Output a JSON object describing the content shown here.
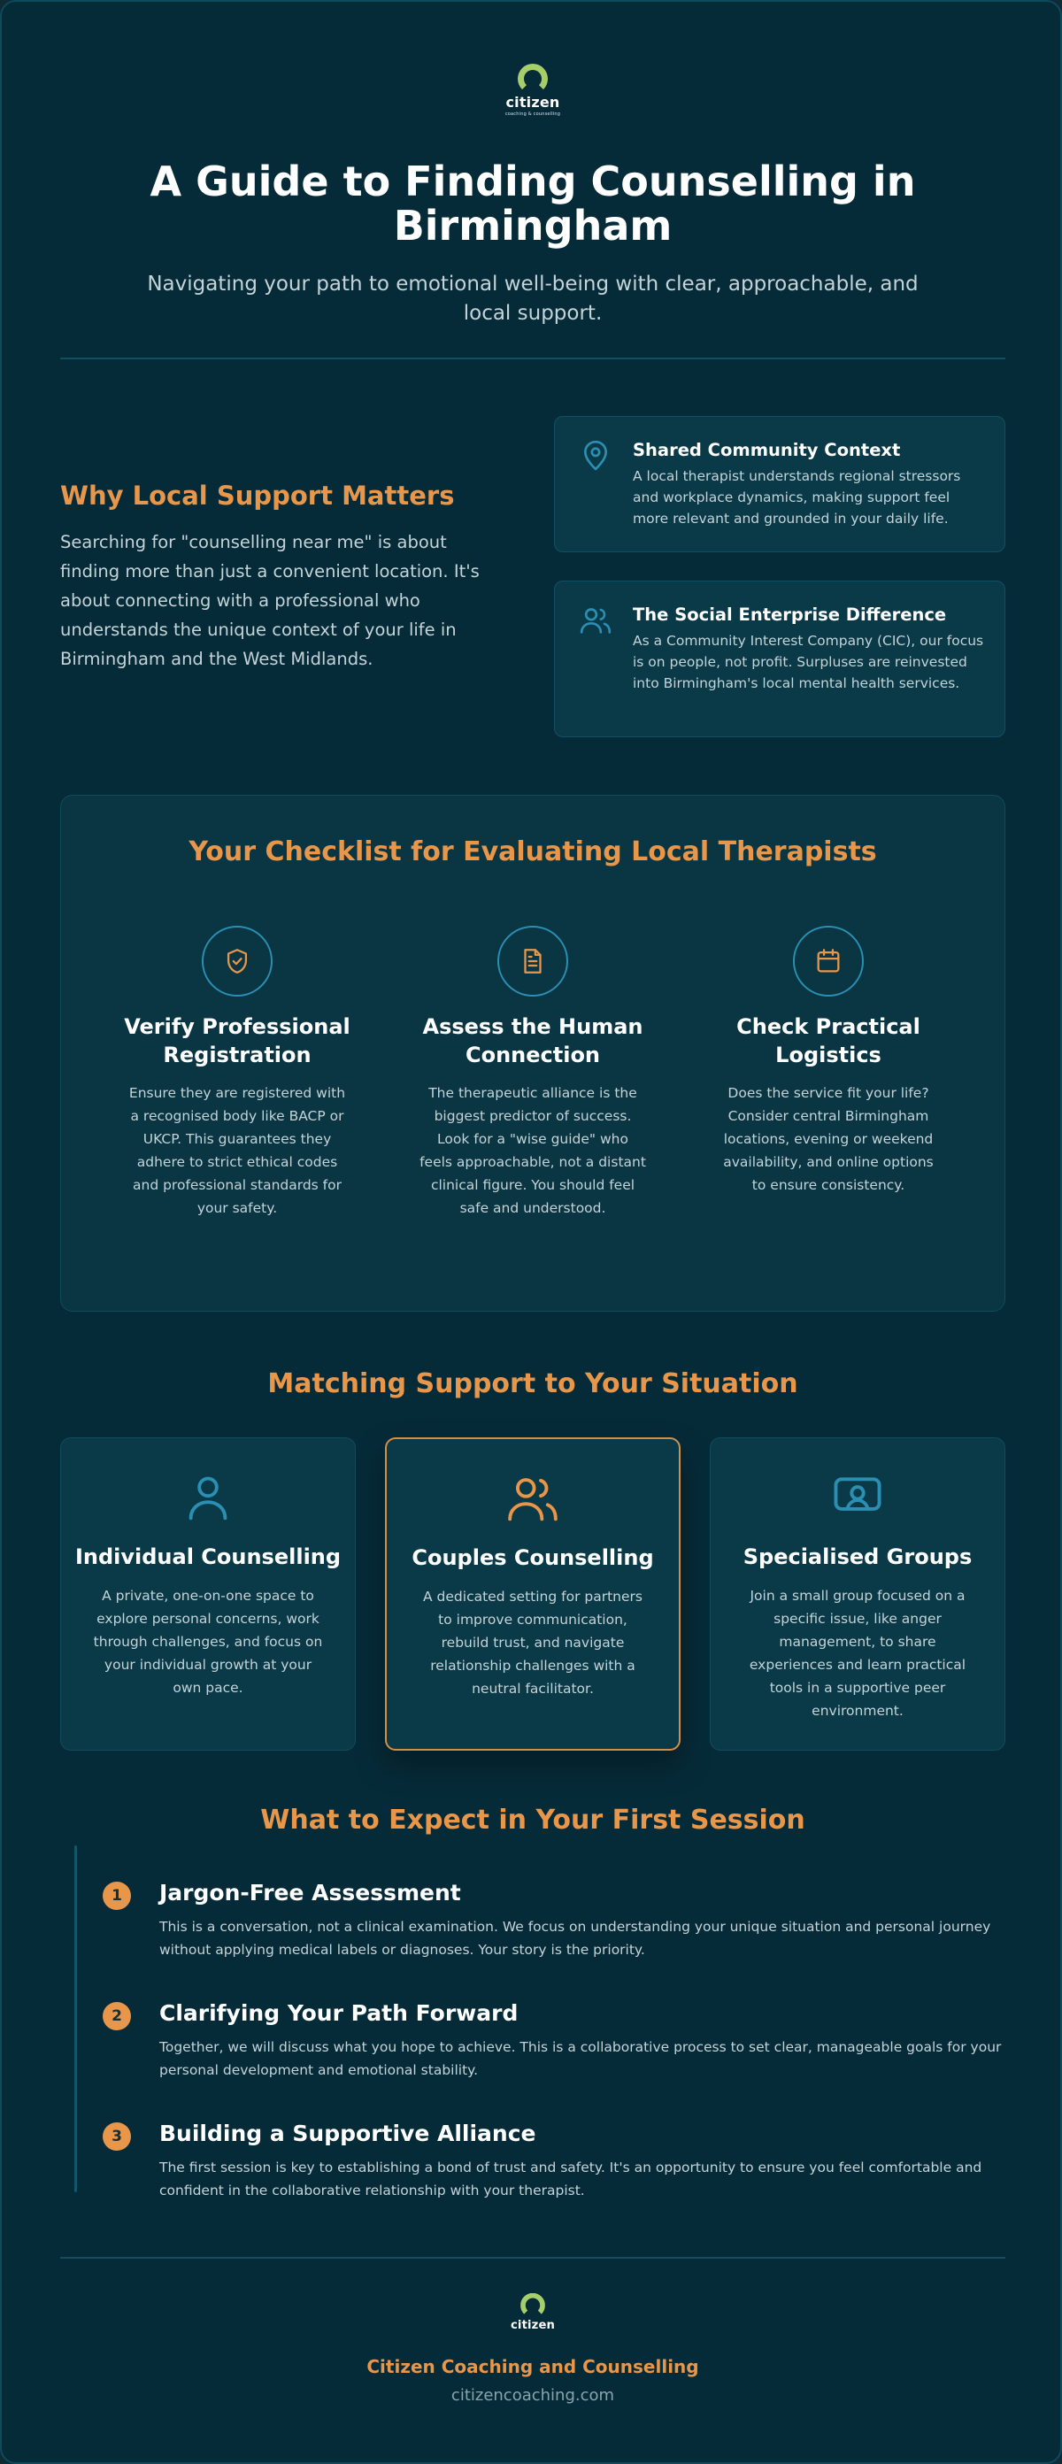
{
  "brand": {
    "logo_word": "citizen",
    "logo_sub": "coaching & counselling",
    "accent": "#e8964a",
    "logo_green": "#a6cf6b",
    "icon_blue": "#2a8fb2"
  },
  "header": {
    "title": "A Guide to Finding Counselling in Birmingham",
    "subtitle": "Navigating your path to emotional well-being with clear, approachable, and local support."
  },
  "why": {
    "title": "Why Local Support Matters",
    "text": "Searching for \"counselling near me\" is about finding more than just a convenient location. It's about connecting with a professional who understands the unique context of your life in Birmingham and the West Midlands.",
    "cards": [
      {
        "icon": "map-pin-icon",
        "title": "Shared Community Context",
        "text": "A local therapist understands regional stressors and workplace dynamics, making support feel more relevant and grounded in your daily life."
      },
      {
        "icon": "users-icon",
        "title": "The Social Enterprise Difference",
        "text": "As a Community Interest Company (CIC), our focus is on people, not profit. Surpluses are reinvested into Birmingham's local mental health services."
      }
    ]
  },
  "checklist": {
    "title": "Your Checklist for Evaluating Local Therapists",
    "items": [
      {
        "icon": "shield-check-icon",
        "title": "Verify Professional Registration",
        "text": "Ensure they are registered with a recognised body like BACP or UKCP. This guarantees they adhere to strict ethical codes and professional standards for your safety."
      },
      {
        "icon": "document-icon",
        "title": "Assess the Human Connection",
        "text": "The therapeutic alliance is the biggest predictor of success. Look for a \"wise guide\" who feels approachable, not a distant clinical figure. You should feel safe and understood."
      },
      {
        "icon": "calendar-icon",
        "title": "Check Practical Logistics",
        "text": "Does the service fit your life? Consider central Birmingham locations, evening or weekend availability, and online options to ensure consistency."
      }
    ]
  },
  "matching": {
    "title": "Matching Support to Your Situation",
    "cards": [
      {
        "icon": "user-icon",
        "title": "Individual Counselling",
        "text": "A private, one-on-one space to explore personal concerns, work through challenges, and focus on your individual growth at your own pace."
      },
      {
        "icon": "couple-icon",
        "title": "Couples Counselling",
        "text": "A dedicated setting for partners to improve communication, rebuild trust, and navigate relationship challenges with a neutral facilitator."
      },
      {
        "icon": "group-screen-icon",
        "title": "Specialised Groups",
        "text": "Join a small group focused on a specific issue, like anger management, to share experiences and learn practical tools in a supportive peer environment."
      }
    ]
  },
  "session": {
    "title": "What to Expect in Your First Session",
    "steps": [
      {
        "num": "1",
        "title": "Jargon-Free Assessment",
        "text": "This is a conversation, not a clinical examination. We focus on understanding your unique situation and personal journey without applying medical labels or diagnoses. Your story is the priority."
      },
      {
        "num": "2",
        "title": "Clarifying Your Path Forward",
        "text": "Together, we will discuss what you hope to achieve. This is a collaborative process to set clear, manageable goals for your personal development and emotional stability."
      },
      {
        "num": "3",
        "title": "Building a Supportive Alliance",
        "text": "The first session is key to establishing a bond of trust and safety. It's an opportunity to ensure you feel comfortable and confident in the collaborative relationship with your therapist."
      }
    ]
  },
  "footer": {
    "org": "Citizen Coaching and Counselling",
    "url": "citizencoaching.com"
  }
}
